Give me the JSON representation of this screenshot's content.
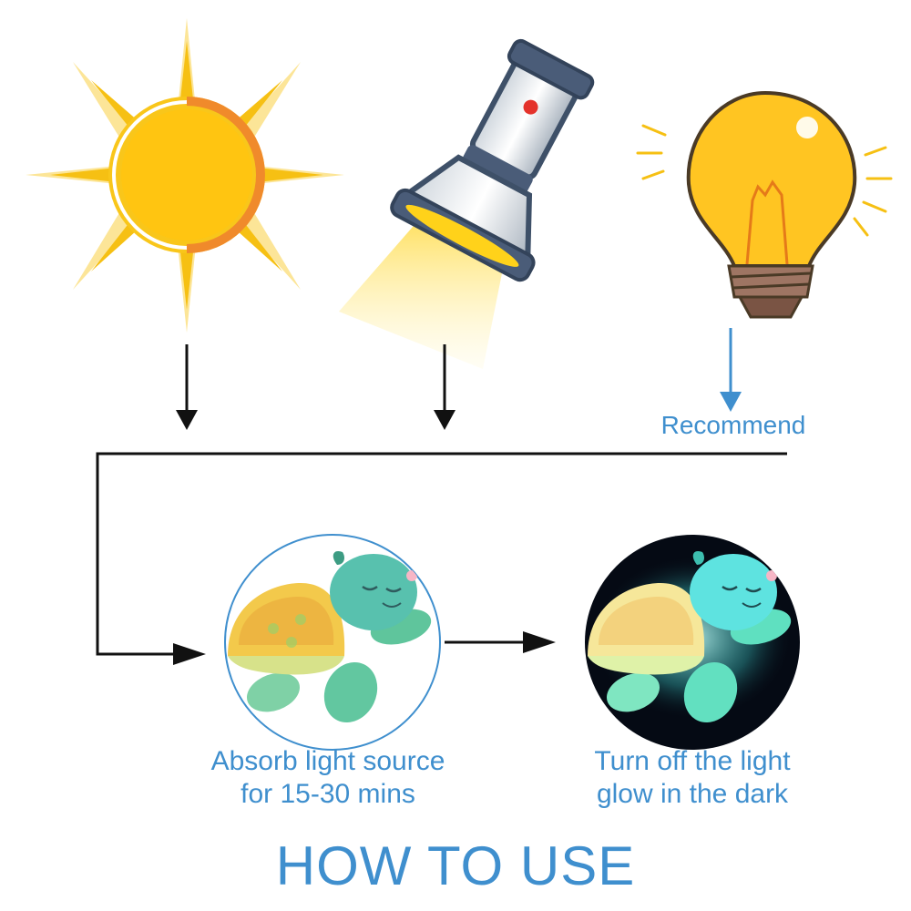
{
  "sources": {
    "sun_icon": "sun-icon",
    "flashlight_icon": "flashlight-icon",
    "bulb_icon": "light-bulb-icon",
    "recommend_label": "Recommend"
  },
  "steps": {
    "absorb": {
      "icon": "turtle-daylight-icon",
      "line1": "Absorb light source",
      "line2": "for 15-30 mins"
    },
    "glow": {
      "icon": "turtle-glowing-icon",
      "line1": "Turn off the light",
      "line2": "glow in the dark"
    }
  },
  "title": "HOW TO USE",
  "colors": {
    "label_blue": "#3f8fce",
    "arrow_black": "#111111",
    "sun_yellow": "#f9c61a",
    "sun_orange": "#f08a2b",
    "glow_cyan": "#5ee3e0",
    "night_bg": "#050a14"
  }
}
